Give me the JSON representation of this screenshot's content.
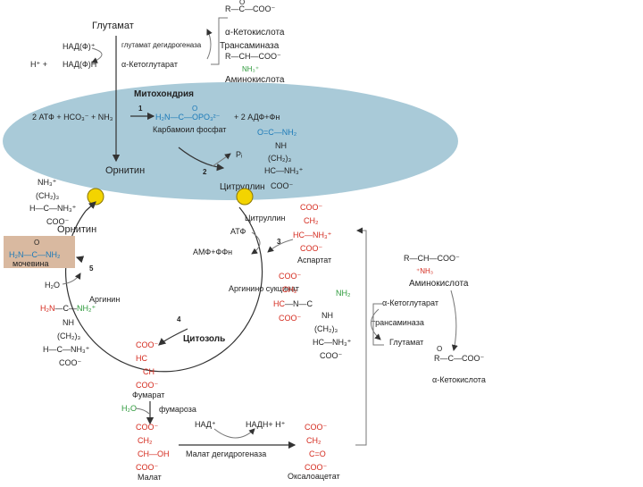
{
  "transamination_top": {
    "glutamate": "Глутамат",
    "nad_p_plus": "НАД(Ф)⁺",
    "h_plus": "H⁺ +",
    "nad_p_h": "НАД(Ф)Н",
    "enzyme_gdh": "глутамат дегидрогеназа",
    "alpha_ketoglutarate": "α-Кетоглутарат",
    "transaminase": "Трансаминаза",
    "alpha_keto_acid": "α-Кетокислота",
    "amino_acid": "Аминокислота",
    "keto_acid_formula": "R—C—COO⁻",
    "amino_acid_formula": "R—CH—COO⁻"
  },
  "mitochondrion": {
    "label": "Митохондрия",
    "reaction_left": "2 АТФ + HCO₃⁻ + NH₃",
    "step1": "1",
    "carbamoyl_formula": "H₂N—C—OPO₃²⁻",
    "reaction_right": "+ 2 АДФ+Фн",
    "carbamoyl_phosphate": "Карбамоил фосфат",
    "pi": "Pᵢ",
    "step2": "2",
    "ornithine": "Орнитин",
    "citrulline": "Цитруллин"
  },
  "cytosol": {
    "label": "Цитозоль",
    "citrulline": "Цитруллин",
    "atp": "АТФ",
    "amp": "АМФ+ФФн",
    "step3": "3",
    "aspartate": "Аспартат",
    "argininosuccinate": "Аргинино сукцинат",
    "step4": "4",
    "arginine": "Аргинин",
    "step5": "5",
    "water": "H₂O",
    "urea": "мочевина",
    "ornithine": "Орнитин",
    "fumarate": "Фумарат",
    "fumarase": "фумароза",
    "h2o_green": "H₂O",
    "malate": "Малат",
    "nad_plus": "НАД⁺",
    "nadh": "НАДН+ H⁺",
    "mdh": "Малат дегидрогеназа",
    "oxaloacetate": "Оксалоацетат"
  },
  "right_transamination": {
    "amino_acid": "Аминокислота",
    "alpha_ketoglutarate": "α-Кетоглутарат",
    "transaminase": "трансаминаза",
    "glutamate": "Глутамат",
    "alpha_keto_acid": "α-Кетокислота",
    "amino_formula": "R—CH—COO⁻",
    "keto_formula": "R—C—COO⁻"
  },
  "colors": {
    "mito": "#a9cad8",
    "transporter": "#f3d400",
    "red": "#d42a1e",
    "blue": "#1c7ab8",
    "urea_bg": "#d9b9a0"
  }
}
